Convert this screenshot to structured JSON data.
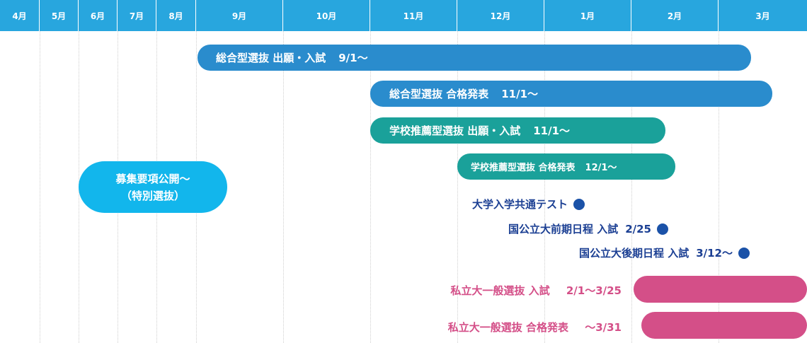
{
  "months": [
    "4月",
    "5月",
    "6月",
    "7月",
    "8月",
    "9月",
    "10月",
    "11月",
    "12月",
    "1月",
    "2月",
    "3月"
  ],
  "colors": {
    "header": "#28a6de",
    "blue": "#2a8ccd",
    "teal": "#1aa19a",
    "pink": "#d44f88",
    "cyan": "#12b6ec",
    "navy": "#1b3f93",
    "dot": "#1b52a8"
  },
  "bars": {
    "sogo_apply": {
      "label": "総合型選抜 出願・入試",
      "date": "9/1〜"
    },
    "sogo_result": {
      "label": "総合型選抜 合格発表",
      "date": "11/1〜"
    },
    "gakko_apply": {
      "label": "学校推薦型選抜 出願・入試",
      "date": "11/1〜"
    },
    "gakko_result": {
      "label": "学校推薦型選抜 合格発表",
      "date": "12/1〜"
    },
    "boshu": {
      "label": "募集要項公開〜",
      "sub": "（特別選抜）"
    }
  },
  "milestones": {
    "kyotsu": {
      "label": "大学入学共通テスト"
    },
    "zenki": {
      "label": "国公立大前期日程 入試",
      "date": "2/25"
    },
    "koki": {
      "label": "国公立大後期日程 入試",
      "date": "3/12〜"
    }
  },
  "private": {
    "exam": {
      "label": "私立大一般選抜 入試",
      "date": "2/1〜3/25"
    },
    "result": {
      "label": "私立大一般選抜 合格発表",
      "date": "〜3/31"
    }
  }
}
